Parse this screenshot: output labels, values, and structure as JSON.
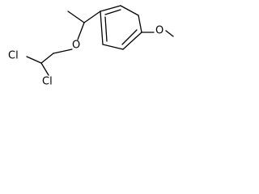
{
  "molecule": {
    "atoms": {
      "ether_oxygen": "O",
      "methoxy_oxygen": "O",
      "chlorine_1": "Cl",
      "chlorine_2": "Cl"
    }
  }
}
